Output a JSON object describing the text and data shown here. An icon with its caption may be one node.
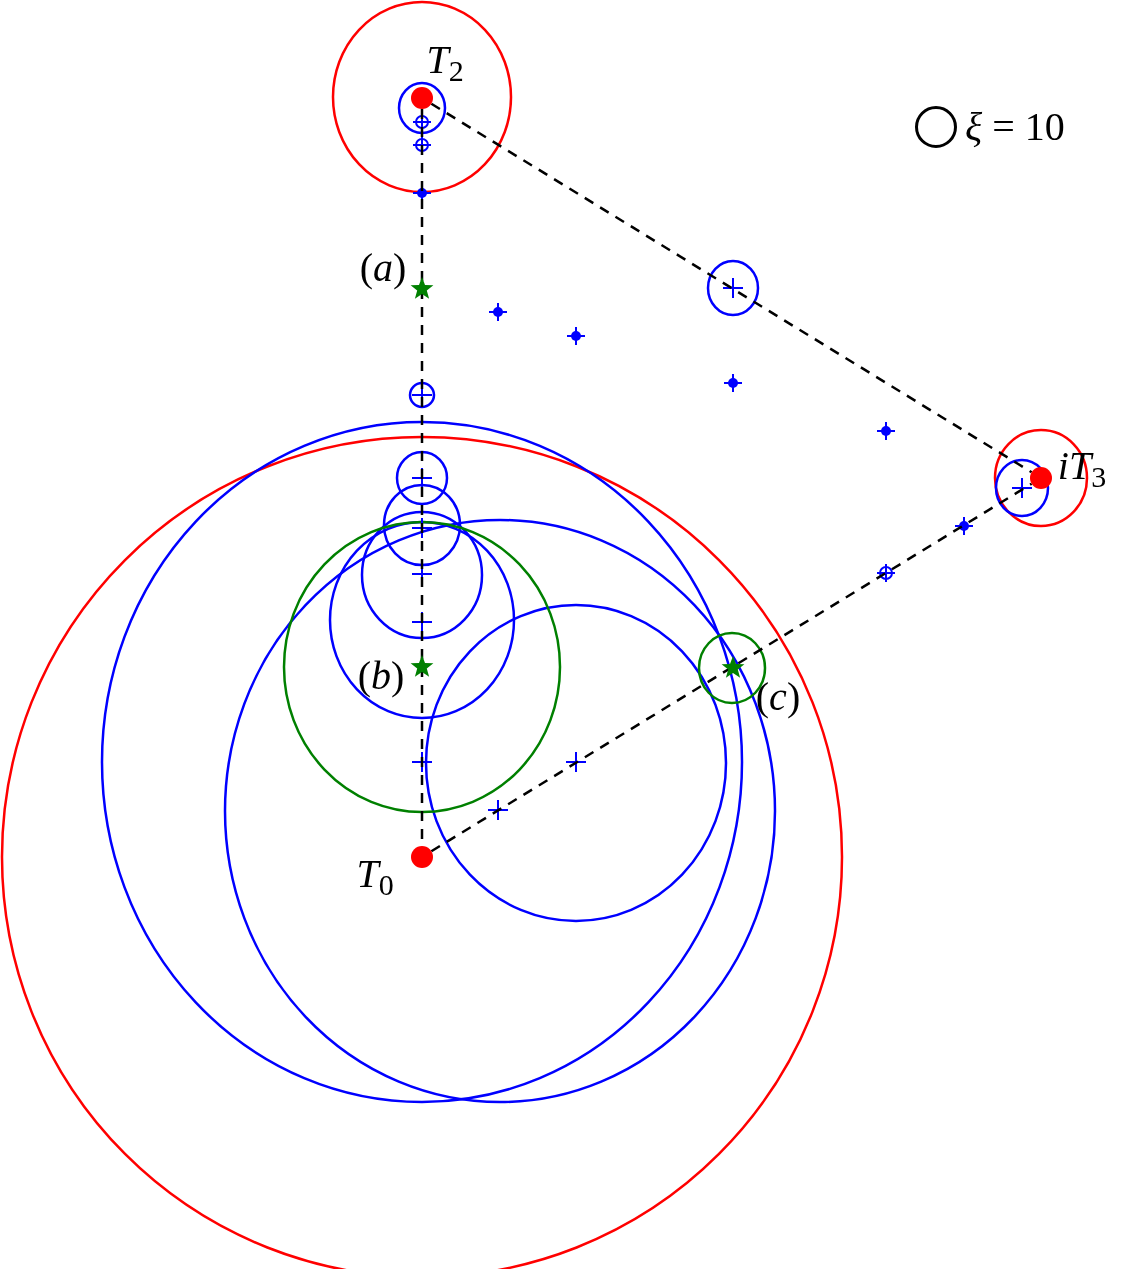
{
  "diagram": {
    "nodes": [
      {
        "text": [],
        "shape": "circle",
        "beside": [
          "*T*$_{2}$"
        ]
      },
      {
        "text": [],
        "shape": "circle",
        "beside": [
          "*T*$_{0}$"
        ]
      },
      {
        "text": [],
        "shape": "circle",
        "beside": [
          "*iT*$_{3}$"
        ]
      }
    ],
    "edges": [
      {
        "from": 0,
        "to": 1,
        "arrow": "none",
        "style": "dashed"
      },
      {
        "from": 0,
        "to": 2,
        "arrow": "none",
        "style": "dashed"
      },
      {
        "from": 1,
        "to": 2,
        "arrow": "none",
        "style": "dashed"
      }
    ],
    "labels": [
      "(*a*)",
      "(*b*)",
      "(*c*)"
    ],
    "legend": [
      {
        "text": "*ξ* = 10"
      }
    ]
  }
}
